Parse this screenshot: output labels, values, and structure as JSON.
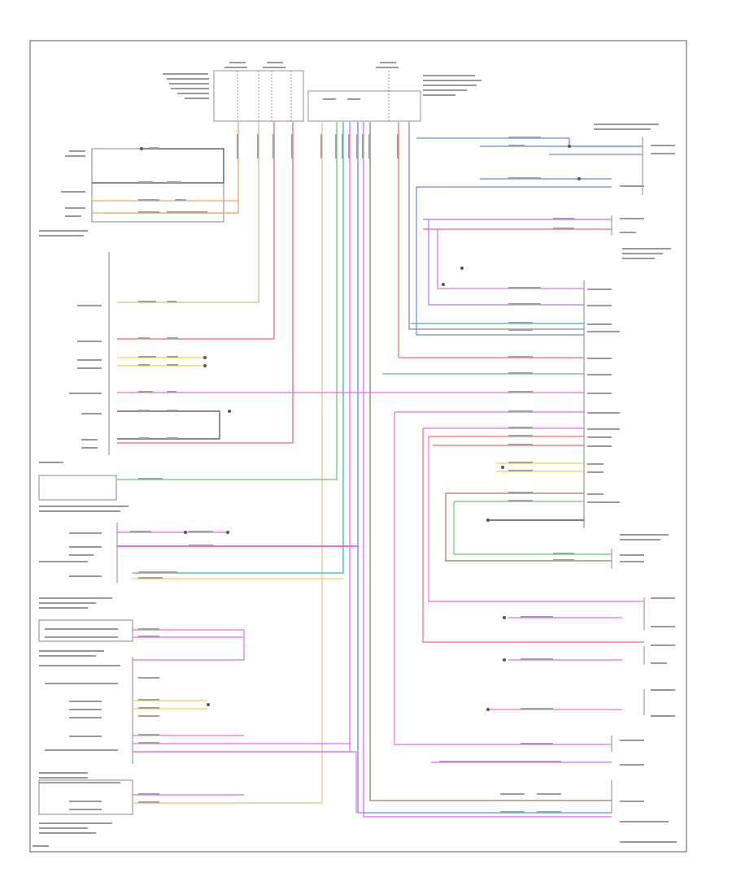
{
  "diagram": {
    "frame_label": "",
    "top_connectors": [
      {
        "id": "fuse-left",
        "label": "",
        "pins": [
          "",
          "",
          "",
          ""
        ]
      },
      {
        "id": "fuse-mid",
        "label": "",
        "pins": [
          "",
          "",
          ""
        ]
      },
      {
        "id": "fuse-right",
        "label": "",
        "pins": [
          "",
          "",
          "",
          "",
          ""
        ]
      }
    ],
    "left_components": [
      {
        "id": "ground-top-left",
        "label": ""
      },
      {
        "id": "door-module-left-front",
        "label": ""
      },
      {
        "id": "cluster-connector",
        "label": ""
      },
      {
        "id": "ignition-switch-connector",
        "label": ""
      },
      {
        "id": "tire-pressure-sensor-left-front",
        "label": ""
      },
      {
        "id": "tire-pressure-sensor-left-rear",
        "label": ""
      },
      {
        "id": "receiver-module-left",
        "label": ""
      }
    ],
    "right_components": [
      {
        "id": "fuel-pump-module",
        "label": ""
      },
      {
        "id": "roof-panel-sensor",
        "label": ""
      },
      {
        "id": "body-controller",
        "label": ""
      },
      {
        "id": "seat-control-module",
        "label": ""
      },
      {
        "id": "tpms-sensor-right-front",
        "label": ""
      },
      {
        "id": "tpms-sensor-right-rear",
        "label": ""
      },
      {
        "id": "antenna-module",
        "label": ""
      }
    ],
    "wire_colors": {
      "orange": "#f5a35c",
      "red": "#f26b6b",
      "green": "#6cc46c",
      "teal": "#3fb8a8",
      "blue": "#6b86e8",
      "magenta": "#e86be8",
      "violet": "#a97ae6",
      "yellow": "#e8d35c",
      "brown": "#a8745a",
      "gray": "#8a8a8a",
      "black": "#333333",
      "tan": "#d6b98c"
    }
  }
}
